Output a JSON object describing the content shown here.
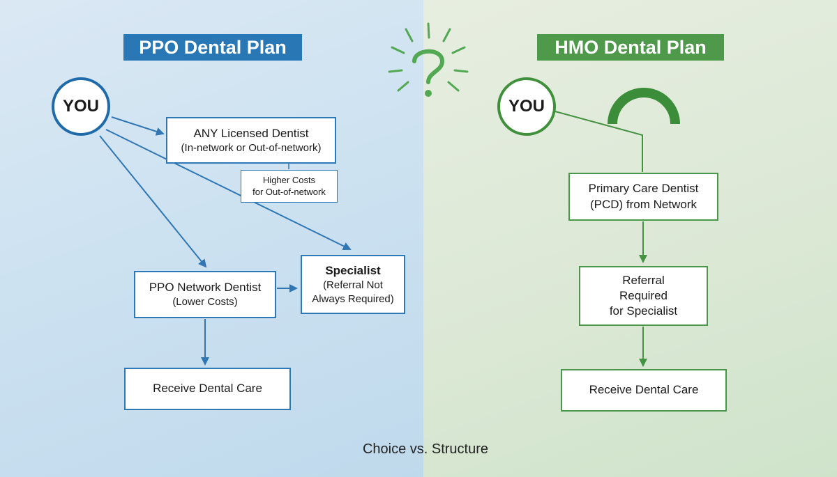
{
  "colors": {
    "ppo_accent": "#2a77b6",
    "hmo_accent": "#4e9a4a",
    "ppo_arrow": "#2f76b3",
    "hmo_arrow": "#459243",
    "question_icon": "#53a853"
  },
  "ppo": {
    "title": "PPO Dental Plan",
    "you_label": "YOU",
    "any_dentist": {
      "title": "ANY Licensed Dentist",
      "subtitle": "(In-network or Out-of-network)"
    },
    "higher_costs": {
      "line1": "Higher Costs",
      "line2": "for Out-of-network"
    },
    "network_dentist": {
      "title": "PPO Network Dentist",
      "subtitle": "(Lower Costs)"
    },
    "specialist": {
      "title": "Specialist",
      "line1": "(Referral Not",
      "line2": "Always Required)"
    },
    "care": "Receive Dental Care"
  },
  "hmo": {
    "title": "HMO Dental Plan",
    "you_label": "YOU",
    "pcd": {
      "line1": "Primary Care Dentist",
      "line2": "(PCD) from Network"
    },
    "referral": {
      "line1": "Referral",
      "line2": "Required",
      "line3": "for Specialist"
    },
    "care": "Receive Dental Care"
  },
  "center_icon": "question-mark-burst-icon",
  "gate_icon": "gatekeeper-arch-icon",
  "footer": "Choice vs. Structure"
}
